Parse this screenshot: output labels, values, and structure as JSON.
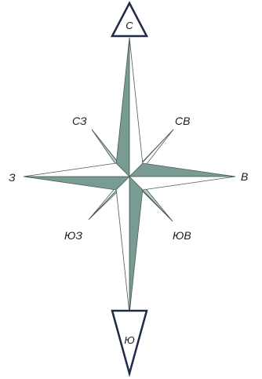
{
  "compass": {
    "north": "С",
    "south": "Ю",
    "west": "З",
    "east": "В",
    "northwest": "СЗ",
    "northeast": "СВ",
    "southwest": "ЮЗ",
    "southeast": "ЮВ"
  },
  "colors": {
    "dark_fill": "#789c94",
    "light_fill": "#b8cdc6",
    "outline": "#4a5a56",
    "marker_stroke": "#1f2b45"
  }
}
